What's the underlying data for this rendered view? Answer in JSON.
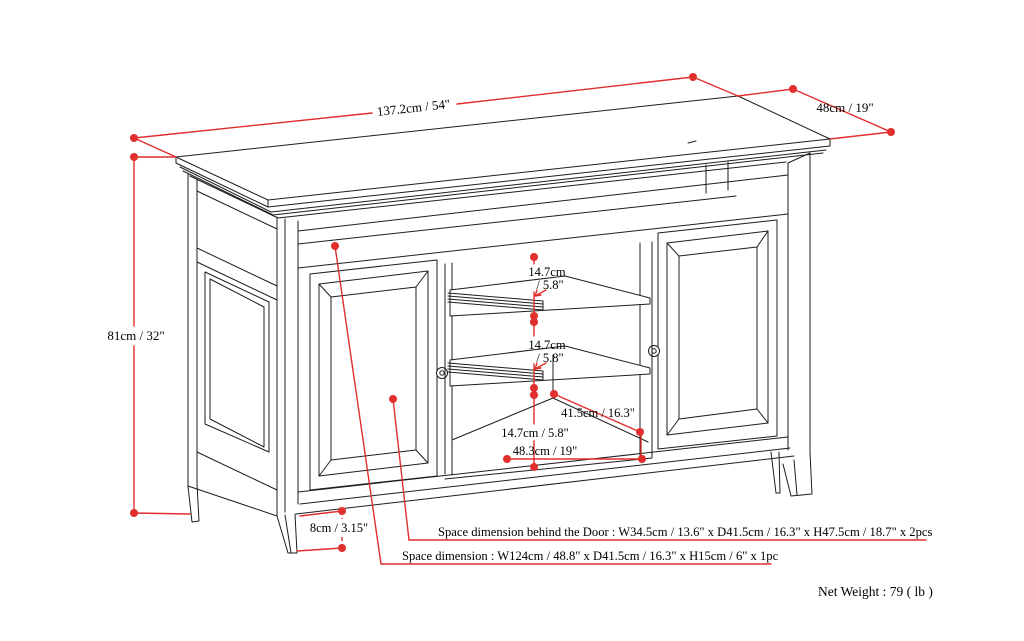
{
  "diagram": {
    "type": "furniture-dimension-drawing",
    "product": "TV stand line drawing with dimension callouts",
    "colors": {
      "dimension_red": "#e02f2d",
      "line_black": "#1d1d1d",
      "background": "#ffffff"
    },
    "dimensions": {
      "top_width": "137.2cm / 54\"",
      "top_depth": "48cm / 19\"",
      "overall_height": "81cm / 32\"",
      "shelf_gap_1_cm": "14.7cm",
      "shelf_gap_1_in": "/ 5.8\"",
      "shelf_gap_2_cm": "14.7cm",
      "shelf_gap_2_in": "/ 5.8\"",
      "bottom_space_height": "14.7cm / 5.8\"",
      "bottom_space_depth": "41.5cm / 16.3\"",
      "bottom_space_width": "48.3cm / 19\"",
      "leg_height": "8cm / 3.15\""
    },
    "notes": {
      "behind_door": "Space dimension behind the Door  : W34.5cm / 13.6\" x D41.5cm / 16.3\" x H47.5cm / 18.7\" x 2pcs",
      "open_space": "Space dimension : W124cm / 48.8\" x D41.5cm / 16.3\" x H15cm / 6\" x 1pc",
      "net_weight": "Net Weight : 79 ( lb )"
    }
  }
}
